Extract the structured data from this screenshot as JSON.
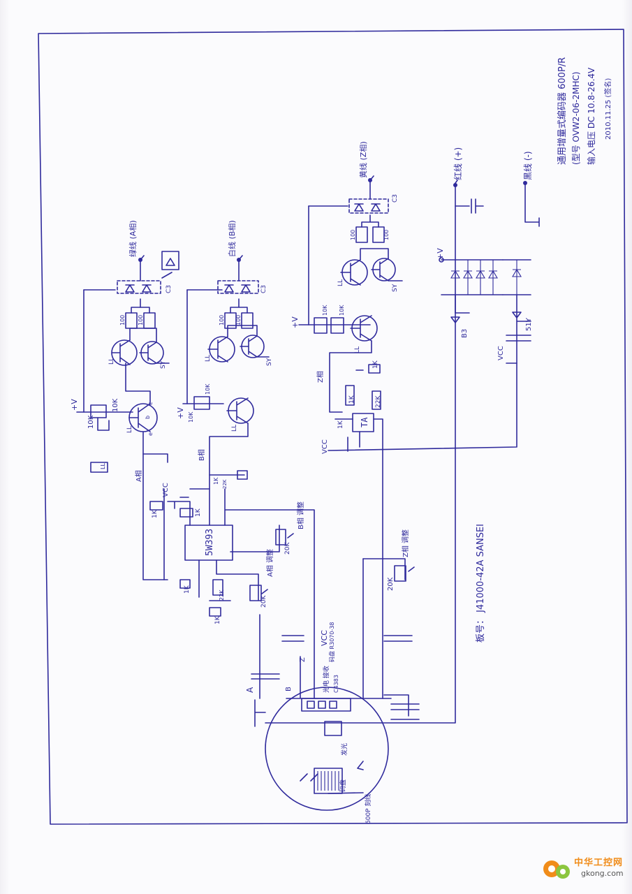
{
  "title_block": {
    "line1": "通用增量式编码器 600P/R",
    "line2": "(型号 OVW2-06-2MHC)",
    "line3": "输入电压 DC 10.8-26.4V",
    "line4": "2010.11.25 (签名)"
  },
  "outputs": {
    "a_wire": "绿线 (A相)",
    "b_wire": "白线 (B相)",
    "z_wire": "黄线 (Z相)",
    "power_pos": "红线 (+)",
    "power_neg": "黑线 (-)"
  },
  "ic": {
    "comparator": "5W393",
    "ta": "TA"
  },
  "part_labels": {
    "r10k": "10K",
    "r1k": "1K",
    "r100": "100",
    "r20k": "20K",
    "r22k": "22K",
    "c3": "C3",
    "ll": "LL",
    "sy": "SY",
    "vcc": "VCC",
    "vplus": "+V",
    "b3": "B3",
    "v51": "51Y",
    "tr_b": "b",
    "tr_c": "c",
    "tr_e": "e"
  },
  "channel_labels": {
    "a_phase": "A相",
    "b_phase": "B相",
    "z_phase": "Z相",
    "a_adj": "A相 调整",
    "b_adj": "B相 调整",
    "z_adj": "Z相 调整",
    "a": "A",
    "b": "B",
    "z": "Z"
  },
  "sensor": {
    "receiver": "光电 接收",
    "receiver_part": "C4383",
    "code_part": "码盘 R3070-38",
    "emitter": "发光",
    "disc": "码盘",
    "pulses": "600P 刻线"
  },
  "board_note": "板号： J41000-42A SANSEI",
  "watermark": {
    "brand": "中华工控网",
    "site": "gkong.com"
  }
}
